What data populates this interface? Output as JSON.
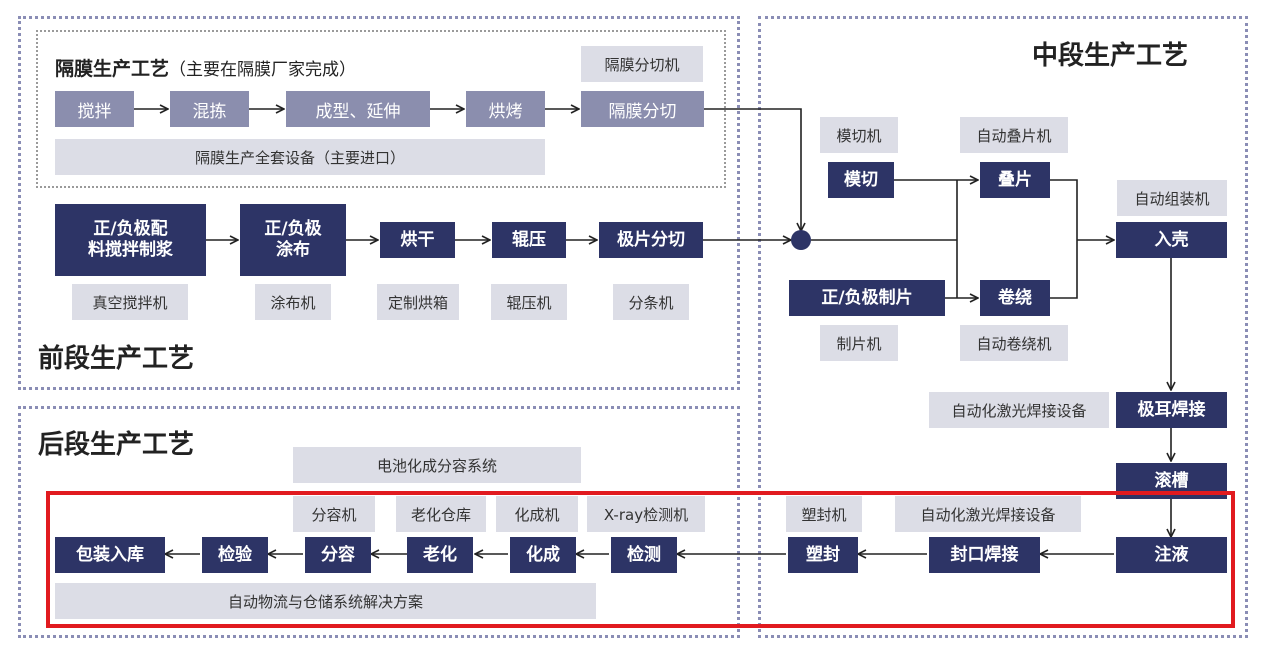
{
  "sections": {
    "front": "前段生产工艺",
    "middle": "中段生产工艺",
    "back": "后段生产工艺"
  },
  "separator": {
    "title": "隔膜生产工艺",
    "subtitle": "（主要在隔膜厂家完成）",
    "steps": [
      "搅拌",
      "混拣",
      "成型、延伸",
      "烘烤",
      "隔膜分切"
    ],
    "cutter_equipment": "隔膜分切机",
    "equipment": "隔膜生产全套设备（主要进口）"
  },
  "front": {
    "steps": [
      "正/负极配\n料搅拌制浆",
      "正/负极\n涂布",
      "烘干",
      "辊压",
      "极片分切"
    ],
    "equipment": [
      "真空搅拌机",
      "涂布机",
      "定制烘箱",
      "辊压机",
      "分条机"
    ]
  },
  "middle": {
    "die_cut": "模切",
    "die_cut_machine": "模切机",
    "stack": "叠片",
    "stack_machine": "自动叠片机",
    "pole_making": "正/负极制片",
    "pole_machine": "制片机",
    "wind": "卷绕",
    "wind_machine": "自动卷绕机",
    "case": "入壳",
    "case_machine": "自动组装机",
    "tab_weld": "极耳焊接",
    "tab_weld_machine": "自动化激光焊接设备",
    "groove": "滚槽",
    "inject": "注液",
    "seal_weld": "封口焊接",
    "seal_weld_machine": "自动化激光焊接设备",
    "plastic_seal": "塑封",
    "plastic_seal_machine": "塑封机"
  },
  "back": {
    "system": "电池化成分容系统",
    "steps": [
      "检测",
      "化成",
      "老化",
      "分容",
      "检验",
      "包装入库"
    ],
    "equipment": [
      "X-ray检测机",
      "化成机",
      "老化仓库",
      "分容机"
    ],
    "logistics": "自动物流与仓储系统解决方案"
  },
  "colors": {
    "dark_box": "#2d3466",
    "mid_box": "#8b8eae",
    "light_box": "#dcdde6",
    "dotted_border": "#8a8db5",
    "highlight": "#e11a1f"
  }
}
